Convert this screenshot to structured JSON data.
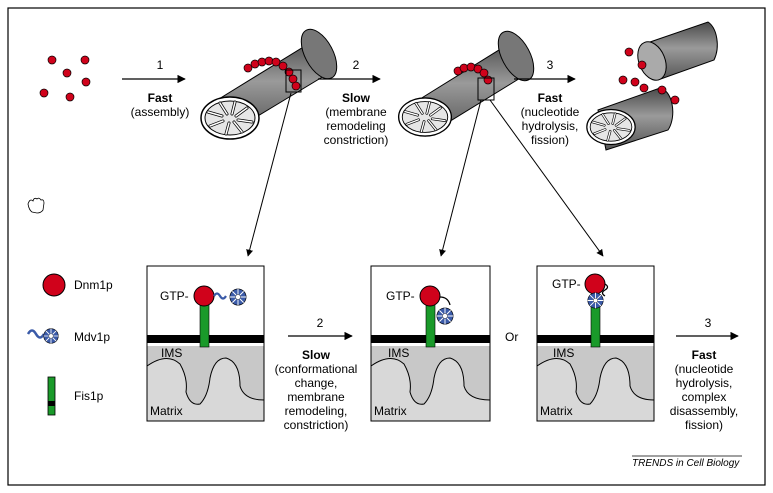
{
  "top_steps": [
    {
      "number": "1",
      "speed": "Fast",
      "detail": [
        "(assembly)"
      ]
    },
    {
      "number": "2",
      "speed": "Slow",
      "detail": [
        "(membrane",
        "remodeling",
        "constriction)"
      ]
    },
    {
      "number": "3",
      "speed": "Fast",
      "detail": [
        "(nucleotide",
        "hydrolysis,",
        "fission)"
      ]
    }
  ],
  "bottom_steps": [
    {
      "number": "2",
      "speed": "Slow",
      "detail": [
        "(conformational",
        "change,",
        "membrane",
        "remodeling,",
        "constriction)"
      ]
    },
    {
      "number": "3",
      "speed": "Fast",
      "detail": [
        "(nucleotide",
        "hydrolysis,",
        "complex",
        "disassembly,",
        "fission)"
      ]
    }
  ],
  "legend": {
    "dnm1p": "Dnm1p",
    "mdv1p": "Mdv1p",
    "fis1p": "Fis1p"
  },
  "panels": {
    "gtp": "GTP",
    "ims": "IMS",
    "matrix": "Matrix"
  },
  "connector_or": "Or",
  "credit": "TRENDS in Cell Biology",
  "colors": {
    "dnm1p": "#d0021b",
    "mdv1p": "#3a5aa8",
    "fis1p": "#1a9a2a",
    "ims": "#c8c8c8",
    "matrix": "#d8d8d8",
    "tube": "#7a7a7a"
  }
}
